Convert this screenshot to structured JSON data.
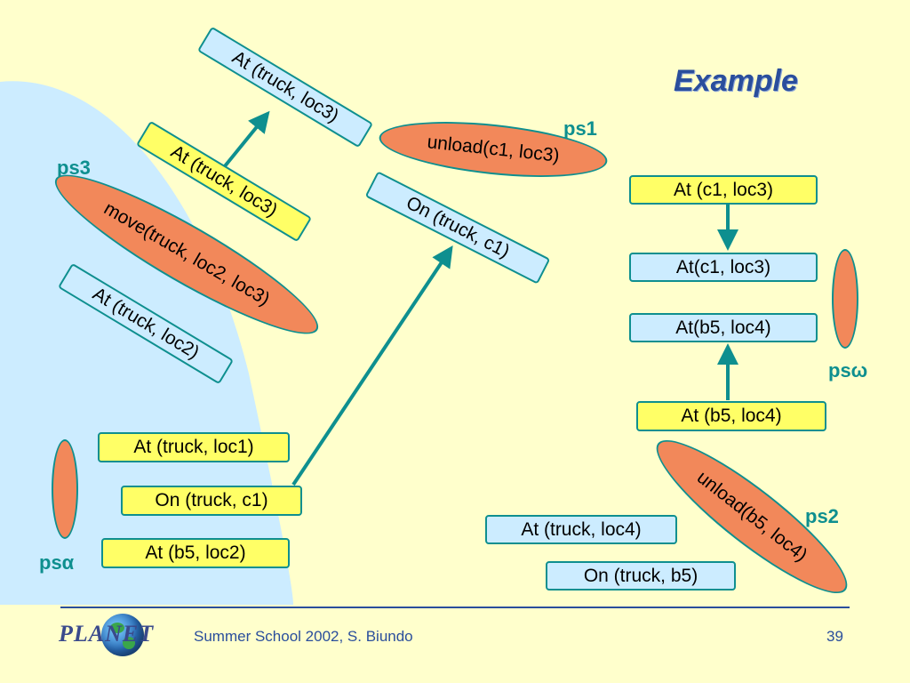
{
  "title": "Example",
  "labels": {
    "ps3": "ps3",
    "ps1": "ps1",
    "ps2": "ps2",
    "ps_alpha": "psα",
    "ps_omega": "psω"
  },
  "nodes": {
    "at_truck_loc3_top": "At (truck, loc3)",
    "at_truck_loc3_mid": "At (truck, loc3)",
    "move_truck": "move(truck, loc2, loc3)",
    "at_truck_loc2": "At (truck, loc2)",
    "unload_c1_loc3": "unload(c1, loc3)",
    "on_truck_c1_top": "On (truck, c1)",
    "at_truck_loc1": "At (truck, loc1)",
    "on_truck_c1_bottom": "On (truck, c1)",
    "at_b5_loc2": "At (b5, loc2)",
    "at_c1_loc3_goal": "At (c1, loc3)",
    "at_c1_loc3_state": "At(c1, loc3)",
    "at_b5_loc4_state": "At(b5, loc4)",
    "at_b5_loc4": "At (b5, loc4)",
    "unload_b5_loc4": "unload(b5, loc4)",
    "at_truck_loc4": "At (truck, loc4)",
    "on_truck_b5": "On (truck, b5)"
  },
  "footer": {
    "logo": "PLANET",
    "text": "Summer School 2002, S. Biundo",
    "page": "39"
  },
  "colors": {
    "background": "#ffffcc",
    "arc": "#ccecff",
    "yellow_box": "#ffff66",
    "blue_box": "#ccecff",
    "ellipse": "#f2885a",
    "border": "#0e8f8f",
    "title": "#2a4e9c"
  }
}
